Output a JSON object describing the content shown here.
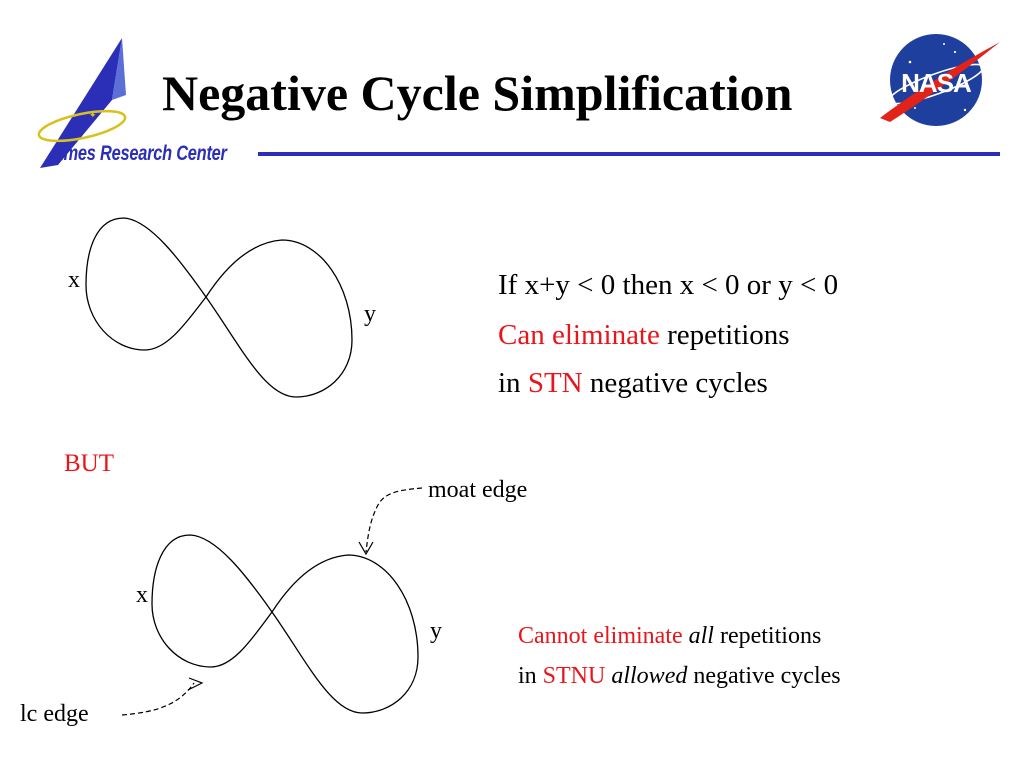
{
  "header": {
    "title": "Negative Cycle Simplification",
    "org_name": "Ames Research Center",
    "nasa_logo_text": "NASA",
    "rule_color": "#2b2fb8"
  },
  "diagram_top": {
    "x_label": "x",
    "y_label": "y"
  },
  "statement": {
    "line1": "If x+y < 0 then x < 0  or  y < 0",
    "line2_red": "Can eliminate",
    "line2_rest": " repetitions",
    "line3_pre": "in ",
    "line3_red": "STN",
    "line3_rest": " negative cycles"
  },
  "but_label": "BUT",
  "diagram_bottom": {
    "x_label": "x",
    "y_label": "y",
    "moat_label": "moat edge",
    "lc_label": "lc edge"
  },
  "statement2": {
    "line1_red": "Cannot eliminate",
    "line1_em": "all",
    "line1_rest": " repetitions",
    "line2_pre": "in ",
    "line2_red": "STNU",
    "line2_em": "allowed",
    "line2_rest": " negative cycles"
  },
  "colors": {
    "accent_red": "#e8151b",
    "ames_blue": "#2b2fb8",
    "nasa_blue": "#1f3f9e",
    "nasa_red": "#e2231a"
  }
}
